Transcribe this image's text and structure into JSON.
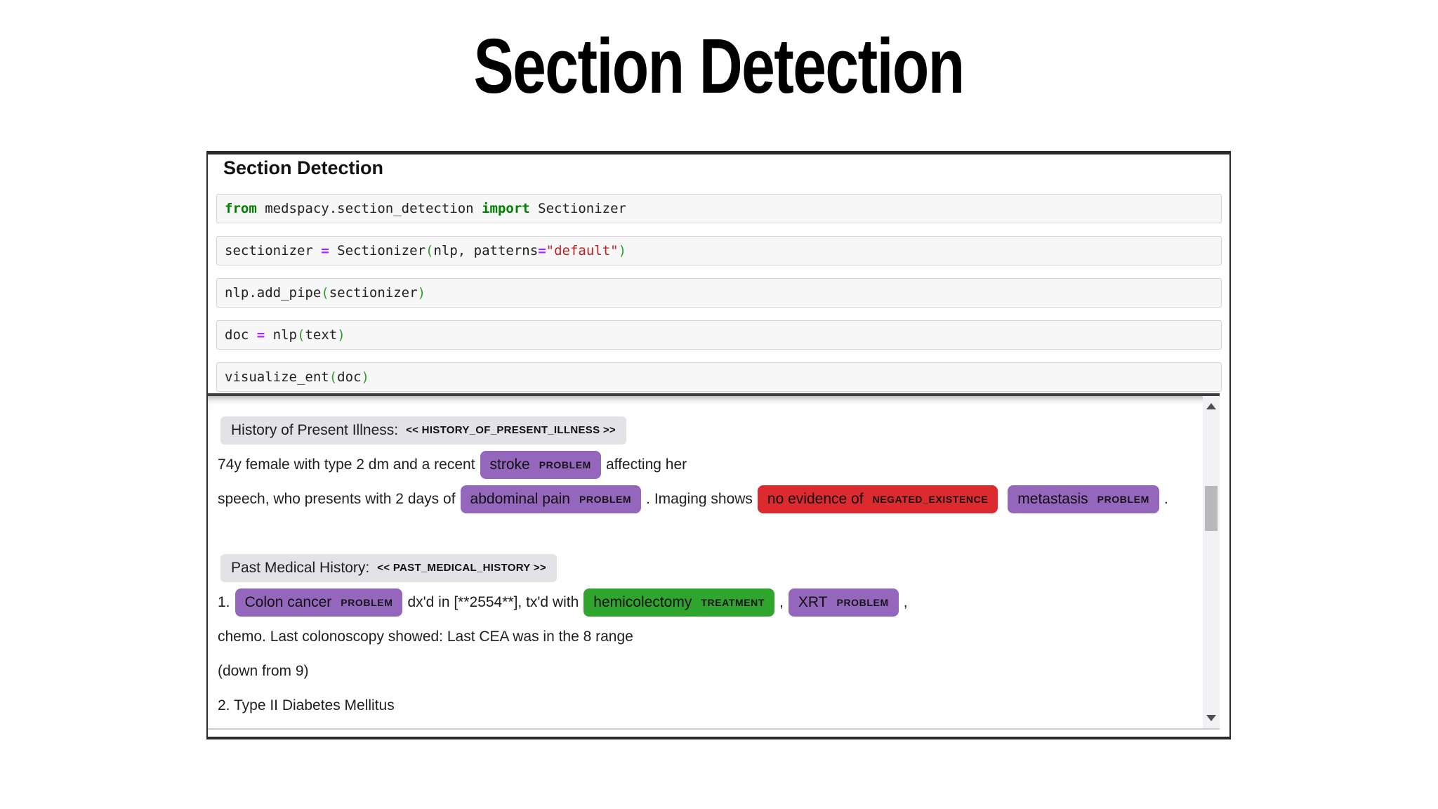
{
  "slide": {
    "title": "Section Detection"
  },
  "panel": {
    "heading": "Section Detection",
    "code_cells": [
      {
        "tokens": [
          {
            "c": "kw",
            "t": "from"
          },
          {
            "c": "pl",
            "t": " medspacy.section_detection "
          },
          {
            "c": "kw",
            "t": "import"
          },
          {
            "c": "pl",
            "t": " Sectionizer"
          }
        ]
      },
      {
        "tokens": [
          {
            "c": "pl",
            "t": "sectionizer "
          },
          {
            "c": "op",
            "t": "="
          },
          {
            "c": "pl",
            "t": " Sectionizer"
          },
          {
            "c": "par",
            "t": "("
          },
          {
            "c": "pl",
            "t": "nlp, patterns"
          },
          {
            "c": "op",
            "t": "="
          },
          {
            "c": "str",
            "t": "\"default\""
          },
          {
            "c": "par",
            "t": ")"
          }
        ]
      },
      {
        "tokens": [
          {
            "c": "pl",
            "t": "nlp.add_pipe"
          },
          {
            "c": "par",
            "t": "("
          },
          {
            "c": "pl",
            "t": "sectionizer"
          },
          {
            "c": "par",
            "t": ")"
          }
        ]
      },
      {
        "tokens": [
          {
            "c": "pl",
            "t": "doc "
          },
          {
            "c": "op",
            "t": "="
          },
          {
            "c": "pl",
            "t": " nlp"
          },
          {
            "c": "par",
            "t": "("
          },
          {
            "c": "pl",
            "t": "text"
          },
          {
            "c": "par",
            "t": ")"
          }
        ]
      },
      {
        "tokens": [
          {
            "c": "pl",
            "t": "visualize_ent"
          },
          {
            "c": "par",
            "t": "("
          },
          {
            "c": "pl",
            "t": "doc"
          },
          {
            "c": "par",
            "t": ")"
          }
        ]
      }
    ],
    "output": {
      "colors": {
        "problem": "#9467bd",
        "treatment": "#2fa52d",
        "negated": "#dd2a2e",
        "section_bg": "#e3e3e7"
      },
      "rows": [
        {
          "segments": [
            {
              "type": "section",
              "text": "History of Present Illness:",
              "label": "<< HISTORY_OF_PRESENT_ILLNESS >>"
            }
          ]
        },
        {
          "segments": [
            {
              "type": "text",
              "text": "74y female with type 2 dm and a recent"
            },
            {
              "type": "entity",
              "text": "stroke",
              "label": "PROBLEM",
              "color_key": "problem"
            },
            {
              "type": "text",
              "text": "affecting her"
            }
          ]
        },
        {
          "segments": [
            {
              "type": "text",
              "text": "speech, who presents with 2 days of"
            },
            {
              "type": "entity",
              "text": "abdominal pain",
              "label": "PROBLEM",
              "color_key": "problem"
            },
            {
              "type": "text",
              "text": ". Imaging shows"
            },
            {
              "type": "entity",
              "text": "no evidence of",
              "label": "NEGATED_EXISTENCE",
              "color_key": "negated"
            },
            {
              "type": "entity",
              "text": "metastasis",
              "label": "PROBLEM",
              "color_key": "problem"
            },
            {
              "type": "text",
              "text": "."
            }
          ]
        },
        {
          "segments": []
        },
        {
          "segments": [
            {
              "type": "section",
              "text": "Past Medical History:",
              "label": "<< PAST_MEDICAL_HISTORY >>"
            }
          ]
        },
        {
          "segments": [
            {
              "type": "text",
              "text": "1."
            },
            {
              "type": "entity",
              "text": "Colon cancer",
              "label": "PROBLEM",
              "color_key": "problem"
            },
            {
              "type": "text",
              "text": "dx'd in [**2554**], tx'd with"
            },
            {
              "type": "entity",
              "text": "hemicolectomy",
              "label": "TREATMENT",
              "color_key": "treatment"
            },
            {
              "type": "text",
              "text": ","
            },
            {
              "type": "entity",
              "text": "XRT",
              "label": "PROBLEM",
              "color_key": "problem"
            },
            {
              "type": "text",
              "text": ","
            }
          ]
        },
        {
          "segments": [
            {
              "type": "text",
              "text": "chemo. Last colonoscopy showed: Last CEA was in the 8 range"
            }
          ]
        },
        {
          "segments": [
            {
              "type": "text",
              "text": "(down from 9)"
            }
          ]
        },
        {
          "segments": [
            {
              "type": "text",
              "text": "2. Type II Diabetes Mellitus"
            }
          ]
        }
      ],
      "scrollbar": {
        "up_icon": "triangle-up",
        "down_icon": "triangle-down"
      }
    }
  }
}
